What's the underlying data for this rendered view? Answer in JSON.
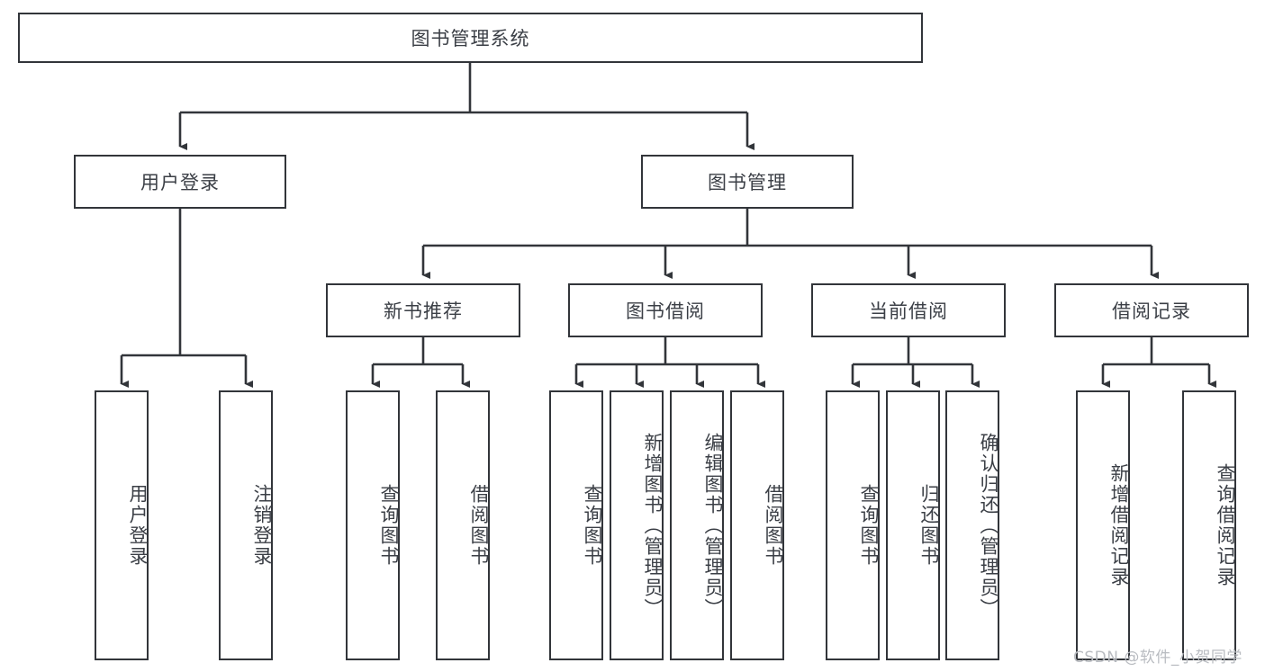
{
  "diagram": {
    "type": "tree-hierarchy",
    "title": "图书管理系统",
    "orientation": "top-down",
    "colors": {
      "box_border": "#32353a",
      "box_fill": "#ffffff",
      "edge": "#32353a",
      "text": "#3b3f46",
      "watermark": "#b9bcc1",
      "background": "#ffffff"
    },
    "levels": 4
  },
  "root": {
    "label": "图书管理系统"
  },
  "level2": [
    {
      "label": "用户登录"
    },
    {
      "label": "图书管理"
    }
  ],
  "level3": [
    {
      "label": "新书推荐"
    },
    {
      "label": "图书借阅"
    },
    {
      "label": "当前借阅"
    },
    {
      "label": "借阅记录"
    }
  ],
  "leaves": {
    "user_login": [
      {
        "label": "用户登录"
      },
      {
        "label": "注销登录"
      }
    ],
    "new_book_recommend": [
      {
        "label": "查询图书"
      },
      {
        "label": "借阅图书"
      }
    ],
    "book_borrow": [
      {
        "label": "查询图书"
      },
      {
        "label": "新增图书（管理员）"
      },
      {
        "label": "编辑图书（管理员）"
      },
      {
        "label": "借阅图书"
      }
    ],
    "current_borrow": [
      {
        "label": "查询图书"
      },
      {
        "label": "归还图书"
      },
      {
        "label": "确认归还（管理员）"
      }
    ],
    "borrow_record": [
      {
        "label": "新增借阅记录"
      },
      {
        "label": "查询借阅记录"
      }
    ]
  },
  "watermark": {
    "text": "CSDN @软件_小贺同学"
  }
}
